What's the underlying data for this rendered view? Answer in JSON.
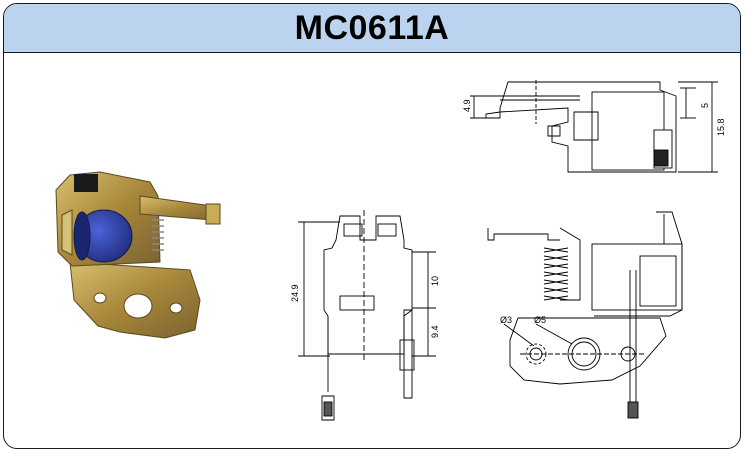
{
  "header": {
    "title": "MC0611A"
  },
  "dimensions": {
    "top_view_height": "4.9",
    "top_view_offset": "5",
    "top_view_total": "15.8",
    "front_view_total": "24.9",
    "front_view_upper": "10",
    "front_view_lower": "9.4",
    "hole_small": "Ø3",
    "hole_large": "Ø5"
  },
  "colors": {
    "header_bg": "#bcd3ef",
    "coil_blue": "#2b3fa8",
    "brass": "#b99a3a"
  }
}
